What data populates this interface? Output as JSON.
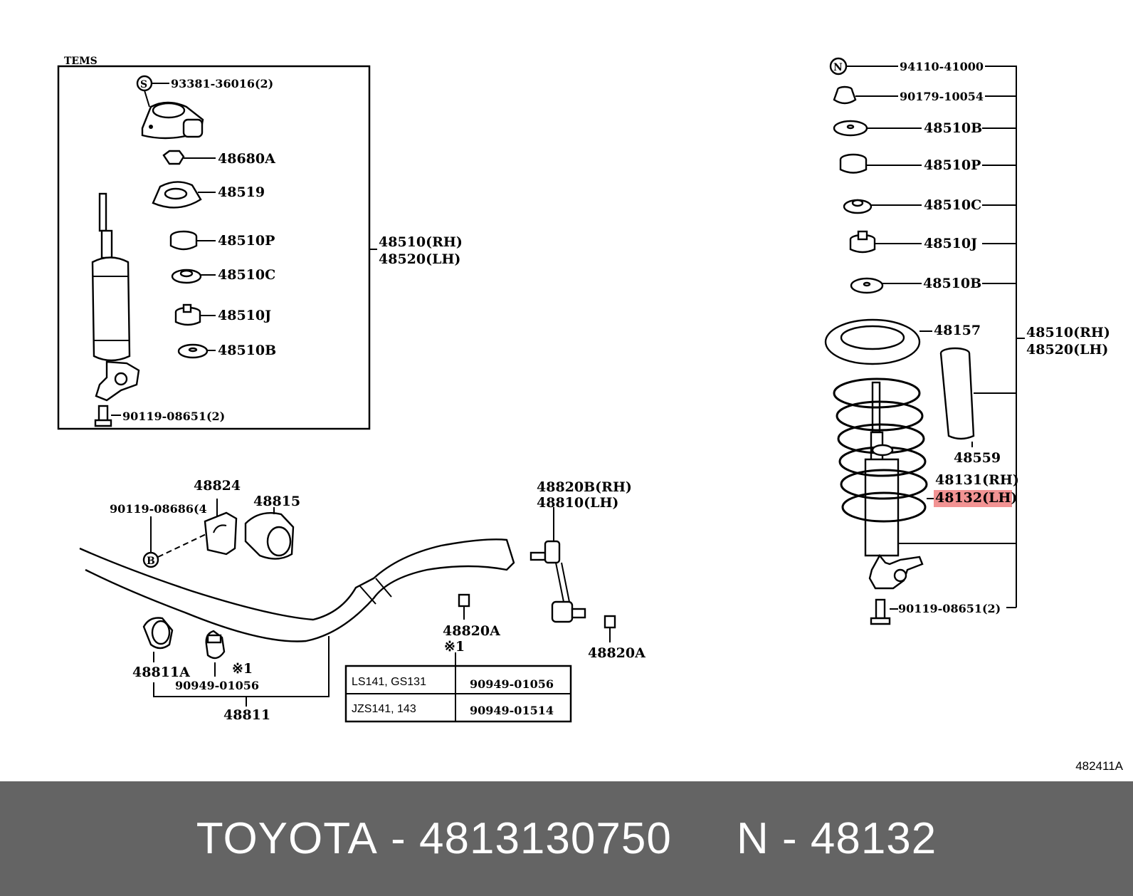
{
  "diagram": {
    "tems_box": {
      "title": "TEMS",
      "labels": {
        "bolt_top": "93381-36016(2)",
        "nut": "48680A",
        "support": "48519",
        "cushion_p": "48510P",
        "cushion_c": "48510C",
        "cushion_j": "48510J",
        "washer_b": "48510B",
        "bolt_bottom": "90119-08651(2)",
        "assy_rh": "48510(RH)",
        "assy_lh": "48520(LH)"
      },
      "markers": {
        "s": "S"
      }
    },
    "stabilizer": {
      "labels": {
        "bolt": "90119-08686(4",
        "bracket": "48824",
        "bushing": "48815",
        "link_rh": "48820B(RH)",
        "link_lh": "48810(LH)",
        "nut_a": "48820A",
        "nut_b": "48820A",
        "note": "※1",
        "note2": "※1",
        "bush_a": "48811A",
        "clamp": "90949-01056",
        "bar": "48811"
      },
      "markers": {
        "b": "B"
      }
    },
    "table": {
      "rows": [
        {
          "model": "LS141, GS131",
          "part": "90949-01056"
        },
        {
          "model": "JZS141, 143",
          "part": "90949-01514"
        }
      ]
    },
    "right_assembly": {
      "labels": {
        "nut_n": "94110-41000",
        "nut_2": "90179-10054",
        "washer_b1": "48510B",
        "cushion_p": "48510P",
        "cushion_c": "48510C",
        "cushion_j": "48510J",
        "washer_b2": "48510B",
        "seat": "48157",
        "bound": "48559",
        "spring_rh": "48131(RH)",
        "spring_lh": "48132(LH)",
        "assy_rh": "48510(RH)",
        "assy_lh": "48520(LH)",
        "bolt": "90119-08651(2)"
      },
      "markers": {
        "n": "N"
      },
      "highlight_color": "#f08080"
    },
    "ref_code": "482411A"
  },
  "footer": {
    "brand": "TOYOTA",
    "sep1": " - ",
    "part_number": "4813130750",
    "gap": "     ",
    "n_label": "N",
    "sep2": " - ",
    "ref_number": "48132"
  }
}
